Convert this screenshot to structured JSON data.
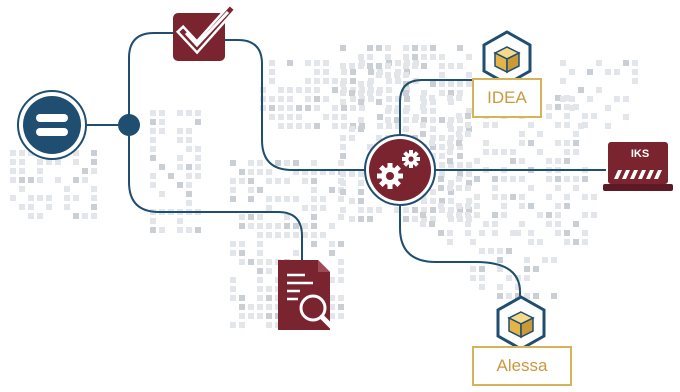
{
  "nodes": {
    "idea_label": "IDEA",
    "alessa_label": "Alessa",
    "iks_label": "IKS"
  },
  "icons": {
    "start": "equals-icon",
    "check": "checkmark-icon",
    "process": "gears-icon",
    "search_doc": "document-search-icon",
    "idea_cube": "cube-icon",
    "alessa_cube": "cube-icon",
    "iks": "laptop-icon"
  },
  "colors": {
    "navy": "#1f4e70",
    "maroon": "#7a2430",
    "gold": "#d6b25a",
    "grid": "#dfe3e7"
  }
}
